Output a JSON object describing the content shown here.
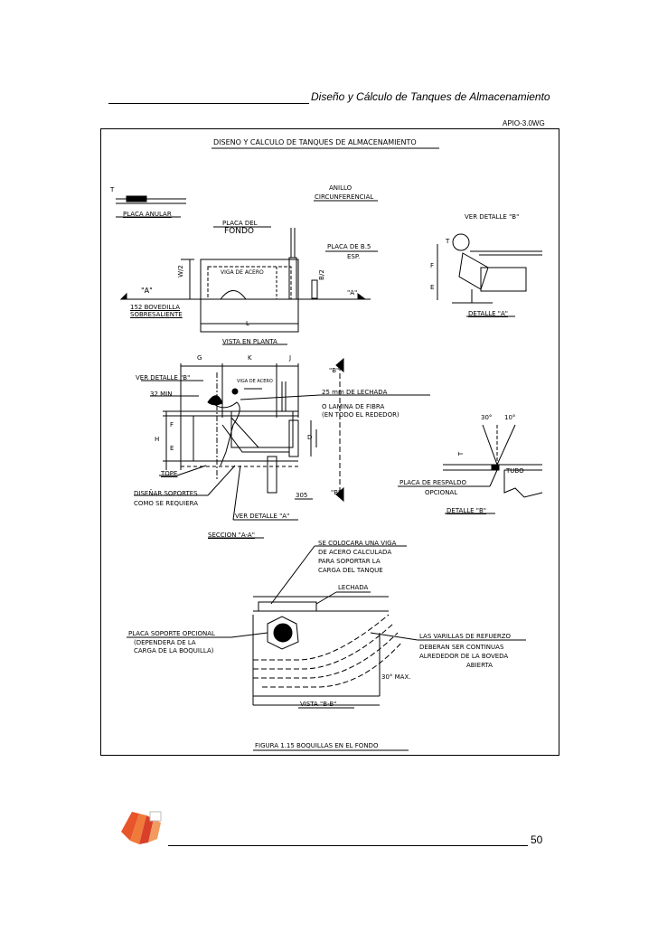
{
  "header": {
    "title": "Diseño y Cálculo de Tanques de Almacenamiento",
    "code": "APIO-3.0WG"
  },
  "drawing": {
    "main_title": "DISENO Y CALCULO DE TANQUES DE ALMACENAMIENTO",
    "labels": {
      "t1": "T",
      "placa_anular": "PLACA ANULAR",
      "anillo": "ANILLO",
      "circunferencial": "CIRCUNFERENCIAL",
      "placa_del": "PLACA DEL",
      "fondo": "FONDO",
      "placa_de_b5": "PLACA DE B.5",
      "esp": "ESP.",
      "viga_de_acero": "VIGA DE ACERO",
      "w2": "W/2",
      "b2": "B/2",
      "a_left": "\"A\"",
      "a_right": "\"A\"",
      "bovedilla": "152 BOVEDILLA",
      "sobresaliente": "SOBRESALIENTE",
      "l": "L",
      "vista_en_planta": "VISTA EN PLANTA",
      "ver_detalle_b_top": "VER DETALLE \"B\"",
      "detalle_a": "DETALLE \"A\"",
      "t_a": "T",
      "f_a": "F",
      "e_a": "E",
      "g": "G",
      "k": "K",
      "j": "J",
      "b_top": "\"B\"",
      "ver_detalle_b": "VER DETALLE \"B\"",
      "viga_de_acero2": "VIGA DE ACERO",
      "min32": "32 MIN",
      "lechada25": "25 mm DE LECHADA",
      "lamina": "O LAMINA DE FIBRA",
      "rededor": "(EN TODO EL REDEDOR)",
      "h": "H",
      "f_s": "F",
      "e_s": "E",
      "d": "D",
      "tope": "TOPE",
      "disenar": "DISEÑAR SOPORTES",
      "como": "COMO SE REQUIERA",
      "n305": "305",
      "b_bottom": "\"B\"",
      "ver_detalle_a": "VER DETALLE \"A\"",
      "seccion": "SECCION \"A-A\"",
      "ang30": "30°",
      "ang10": "10°",
      "t_b": "T",
      "tubo": "TUBO",
      "placa_respaldo": "PLACA DE RESPALDO",
      "opcional": "OPCIONAL",
      "detalle_b": "DETALLE \"B\"",
      "se_colocara": "SE COLOCARA UNA VIGA",
      "de_acero": "DE ACERO CALCULADA",
      "para_soportar": "PARA SOPORTAR LA",
      "carga": "CARGA DEL TANQUE",
      "lechada": "LECHADA",
      "placa_soporte": "PLACA SOPORTE OPCIONAL",
      "dependera": "(DEPENDERA DE LA",
      "carga_boquilla": "CARGA DE LA BOQUILLA)",
      "varillas": "LAS VARILLAS DE REFUERZO",
      "deberan": "DEBERAN SER CONTINUAS",
      "alrededor": "ALREDEDOR DE LA BOVEDA",
      "abierta": "ABIERTA",
      "max30": "30° MAX.",
      "vista_bb": "VISTA \"B-B\"",
      "figura": "FIGURA 1.15  BOQUILLAS EN EL FONDO"
    }
  },
  "footer": {
    "page_number": "50"
  }
}
